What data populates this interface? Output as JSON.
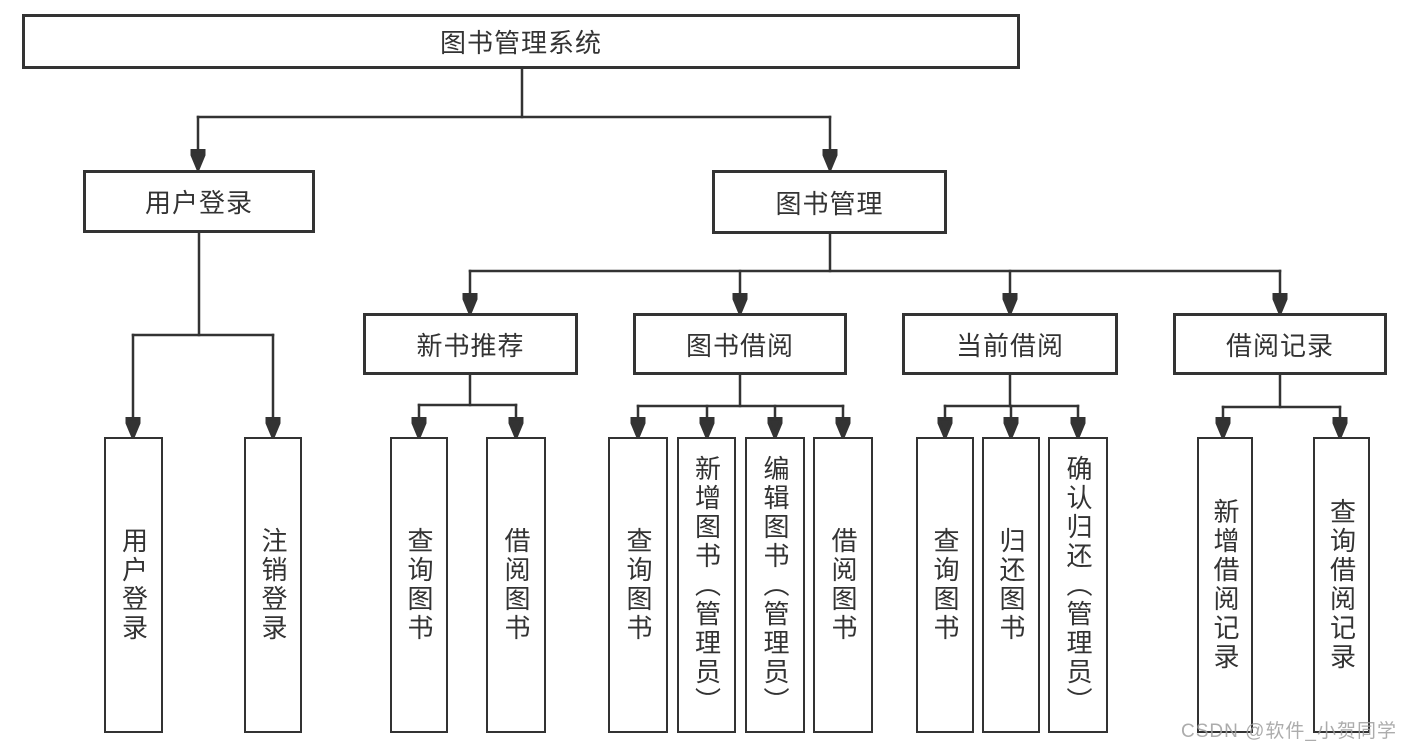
{
  "diagram": {
    "type": "hierarchy-tree",
    "colors": {
      "line": "#333333",
      "box_border": "#333333",
      "text": "#333333",
      "background": "#ffffff",
      "watermark": "#9e9e9e"
    },
    "nodes": {
      "root": {
        "label": "图书管理系统"
      },
      "user_login": {
        "label": "用户登录"
      },
      "book_mgmt": {
        "label": "图书管理"
      },
      "new_book_rec": {
        "label": "新书推荐"
      },
      "book_borrow": {
        "label": "图书借阅"
      },
      "current_borrow": {
        "label": "当前借阅"
      },
      "borrow_records": {
        "label": "借阅记录"
      },
      "leaf_user_login": {
        "label": "用户登录"
      },
      "leaf_logout": {
        "label": "注销登录"
      },
      "leaf_query_book_a": {
        "label": "查询图书"
      },
      "leaf_borrow_book_a": {
        "label": "借阅图书"
      },
      "leaf_query_book_b": {
        "label": "查询图书"
      },
      "leaf_add_book": {
        "label": "新增图书（管理员）"
      },
      "leaf_edit_book": {
        "label": "编辑图书（管理员）"
      },
      "leaf_borrow_book_b": {
        "label": "借阅图书"
      },
      "leaf_query_book_c": {
        "label": "查询图书"
      },
      "leaf_return_book": {
        "label": "归还图书"
      },
      "leaf_confirm_return": {
        "label": "确认归还（管理员）"
      },
      "leaf_add_record": {
        "label": "新增借阅记录"
      },
      "leaf_query_record": {
        "label": "查询借阅记录"
      }
    },
    "edges": [
      {
        "from": "root",
        "to": [
          "user_login",
          "book_mgmt"
        ]
      },
      {
        "from": "user_login",
        "to": [
          "leaf_user_login",
          "leaf_logout"
        ]
      },
      {
        "from": "book_mgmt",
        "to": [
          "new_book_rec",
          "book_borrow",
          "current_borrow",
          "borrow_records"
        ]
      },
      {
        "from": "new_book_rec",
        "to": [
          "leaf_query_book_a",
          "leaf_borrow_book_a"
        ]
      },
      {
        "from": "book_borrow",
        "to": [
          "leaf_query_book_b",
          "leaf_add_book",
          "leaf_edit_book",
          "leaf_borrow_book_b"
        ]
      },
      {
        "from": "current_borrow",
        "to": [
          "leaf_query_book_c",
          "leaf_return_book",
          "leaf_confirm_return"
        ]
      },
      {
        "from": "borrow_records",
        "to": [
          "leaf_add_record",
          "leaf_query_record"
        ]
      }
    ]
  },
  "watermark": {
    "text": "CSDN @软件_小贺同学"
  }
}
